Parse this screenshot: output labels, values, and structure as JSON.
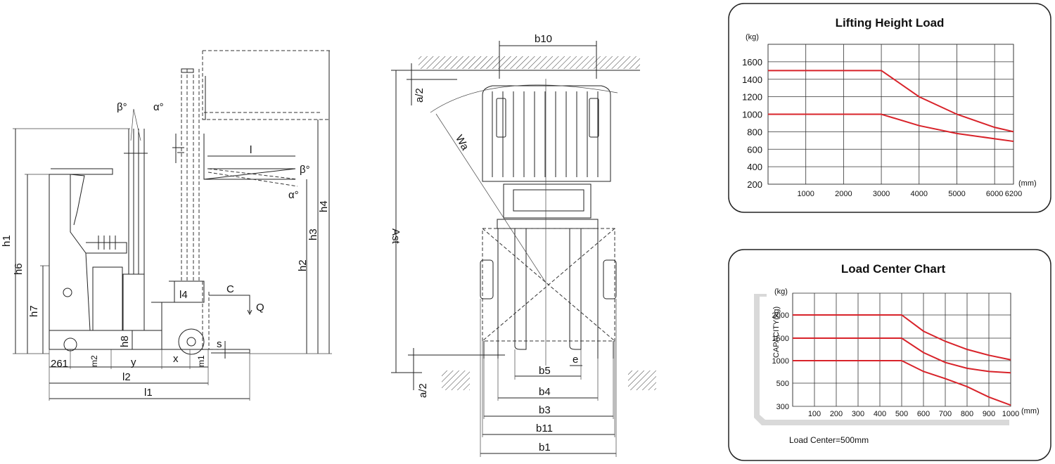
{
  "side_view": {
    "dims": {
      "h1": "h1",
      "h6": "h6",
      "h7": "h7",
      "h8": "h8",
      "h2": "h2",
      "h3": "h3",
      "h4": "h4",
      "l": "l",
      "l1": "l1",
      "l2": "l2",
      "l4": "l4",
      "c": "C",
      "q": "Q",
      "s": "s",
      "x": "x",
      "y": "y",
      "m1": "m1",
      "m2": "m2",
      "d261": "261",
      "beta1": "β°",
      "alpha1": "α°",
      "beta2": "β°",
      "alpha2": "α°"
    }
  },
  "top_view": {
    "dims": {
      "b10": "b10",
      "a2_top": "a/2",
      "a2_bot": "a/2",
      "ast": "Ast",
      "wa": "Wa",
      "b5": "b5",
      "e": "e",
      "b4": "b4",
      "b3": "b3",
      "b11": "b11",
      "b1": "b1"
    }
  },
  "colors": {
    "curve": "#d8232a",
    "frame": "#222222",
    "ramp": "#d9d9d9"
  },
  "chart_data": [
    {
      "type": "line",
      "title": "Lifting Height Load",
      "ylabel": "(kg)",
      "xunit": "(mm)",
      "x_ticks": [
        1000,
        2000,
        3000,
        4000,
        5000,
        6000,
        6200
      ],
      "y_ticks": [
        200,
        400,
        600,
        800,
        1000,
        1200,
        1400,
        1600
      ],
      "xlim": [
        0,
        6500
      ],
      "ylim": [
        200,
        1800
      ],
      "grid": true,
      "series": [
        {
          "x": [
            0,
            3000,
            4000,
            5000,
            6000,
            6500
          ],
          "y": [
            1500,
            1500,
            1200,
            1000,
            850,
            800
          ]
        },
        {
          "x": [
            0,
            3000,
            4000,
            5000,
            6000,
            6500
          ],
          "y": [
            1000,
            1000,
            870,
            780,
            720,
            690
          ]
        }
      ]
    },
    {
      "type": "line",
      "title": "Load Center Chart",
      "ylabel": "CAPACITY(kg)",
      "yunit": "(kg)",
      "xunit": "(mm)",
      "x_ticks": [
        100,
        200,
        300,
        400,
        500,
        600,
        700,
        800,
        900,
        1000
      ],
      "y_ticks": [
        300,
        500,
        1000,
        1500,
        2000
      ],
      "xlim": [
        0,
        1000
      ],
      "grid": true,
      "caption": "Load Center=500mm",
      "series": [
        {
          "x": [
            0,
            500,
            600,
            700,
            800,
            900,
            1000
          ],
          "y": [
            2000,
            2000,
            1650,
            1430,
            1250,
            1120,
            1020
          ]
        },
        {
          "x": [
            0,
            500,
            600,
            700,
            800,
            900,
            1000
          ],
          "y": [
            1500,
            1500,
            1180,
            960,
            830,
            760,
            730
          ]
        },
        {
          "x": [
            0,
            500,
            600,
            700,
            800,
            900,
            1000
          ],
          "y": [
            1000,
            1000,
            760,
            600,
            470,
            380,
            310
          ]
        }
      ]
    }
  ]
}
